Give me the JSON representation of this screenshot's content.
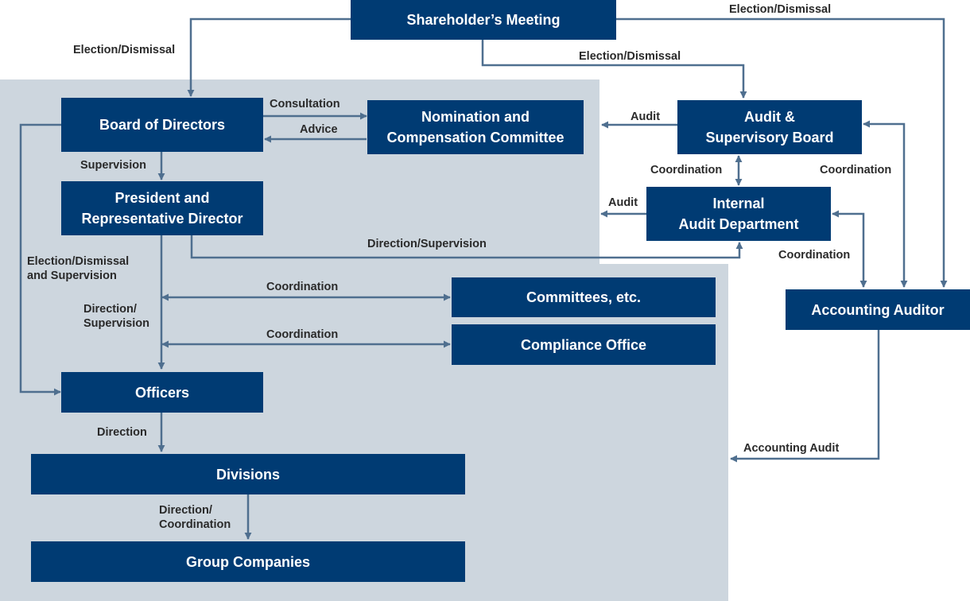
{
  "colors": {
    "box": "#003b73",
    "line": "#4f6f8f",
    "panel": "#cdd6de"
  },
  "nodes": {
    "shareholders_meeting": "Shareholder’s Meeting",
    "board_of_directors": "Board of Directors",
    "nomination_committee": [
      "Nomination and",
      "Compensation Committee"
    ],
    "audit_board": [
      "Audit &",
      "Supervisory Board"
    ],
    "president": [
      "President and",
      "Representative Director"
    ],
    "internal_audit": [
      "Internal",
      "Audit Department"
    ],
    "accounting_auditor": "Accounting Auditor",
    "committees": "Committees, etc.",
    "compliance_office": "Compliance Office",
    "officers": "Officers",
    "divisions": "Divisions",
    "group_companies": "Group Companies"
  },
  "labels": {
    "election_dismissal_top_right": "Election/Dismissal",
    "election_dismissal_left": "Election/Dismissal",
    "election_dismissal_audit": "Election/Dismissal",
    "consultation": "Consultation",
    "advice": "Advice",
    "audit_board_audit": "Audit",
    "supervision": "Supervision",
    "coordination_audit_internal": "Coordination",
    "coordination_audit_accounting": "Coordination",
    "internal_audit_audit": "Audit",
    "direction_supervision_internal": "Direction/Supervision",
    "coordination_internal_accounting": "Coordination",
    "election_dismissal_and_supervision": [
      "Election/Dismissal",
      "and Supervision"
    ],
    "coordination_committees": "Coordination",
    "direction_supervision_president": [
      "Direction/",
      "Supervision"
    ],
    "coordination_compliance": "Coordination",
    "direction_officers": "Direction",
    "accounting_audit": "Accounting Audit",
    "direction_coordination": [
      "Direction/",
      "Coordination"
    ]
  }
}
